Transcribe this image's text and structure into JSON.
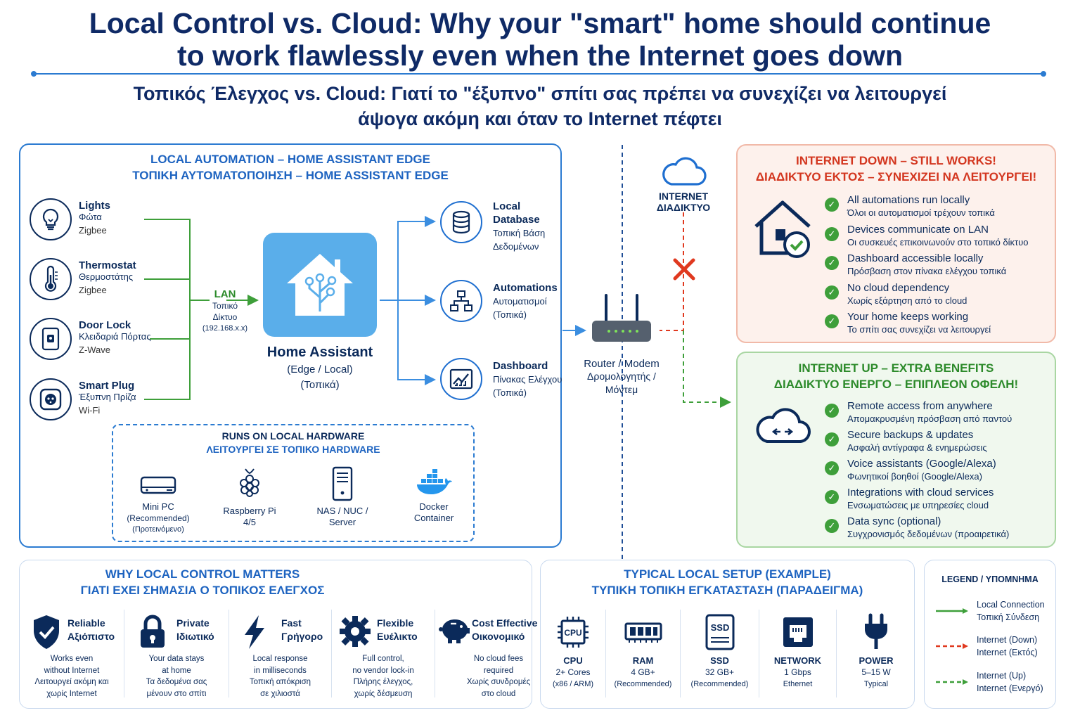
{
  "header": {
    "title_en_1": "Local Control vs. Cloud:  Why your \"smart\" home should continue",
    "title_en_2": "to work flawlessly even when the Internet goes down",
    "title_gr_1": "Τοπικός Έλεγχος vs. Cloud: Γιατί το \"έξυπνο\" σπίτι σας πρέπει να συνεχίζει να λειτουργεί",
    "title_gr_2": "άψογα ακόμη και όταν το Internet πέφτει"
  },
  "local": {
    "title_en": "LOCAL AUTOMATION – HOME ASSISTANT EDGE",
    "title_gr": "ΤΟΠΙΚΗ ΑΥΤΟΜΑΤΟΠΟΙΗΣΗ – HOME ASSISTANT EDGE",
    "devices": [
      {
        "en": "Lights",
        "gr": "Φώτα",
        "proto": "Zigbee",
        "icon": "lightbulb-icon"
      },
      {
        "en": "Thermostat",
        "gr": "Θερμοστάτης",
        "proto": "Zigbee",
        "icon": "thermometer-icon"
      },
      {
        "en": "Door Lock",
        "gr": "Κλειδαριά Πόρτας",
        "proto": "Z-Wave",
        "icon": "door-lock-icon"
      },
      {
        "en": "Smart Plug",
        "gr": "Έξυπνη Πρίζα",
        "proto": "Wi-Fi",
        "icon": "smart-plug-icon"
      }
    ],
    "lan": {
      "en": "LAN",
      "gr1": "Τοπικό",
      "gr2": "Δίκτυο",
      "ip": "(192.168.x.x)"
    },
    "hub": {
      "name": "Home Assistant",
      "sub_en": "(Edge / Local)",
      "sub_gr": "(Τοπικά)"
    },
    "outputs": [
      {
        "l1": "Local",
        "l2": "Database",
        "l3": "Τοπική Βάση",
        "l4": "Δεδομένων",
        "icon": "database-icon"
      },
      {
        "l1": "Automations",
        "l2": "",
        "l3": "Αυτοματισμοί",
        "l4": "(Τοπικά)",
        "icon": "automation-flow-icon"
      },
      {
        "l1": "Dashboard",
        "l2": "",
        "l3": "Πίνακας Ελέγχου",
        "l4": "(Τοπικά)",
        "icon": "dashboard-chart-icon"
      }
    ],
    "hardware": {
      "title_en": "RUNS ON LOCAL HARDWARE",
      "title_gr": "ΛΕΙΤΟΥΡΓΕΙ ΣΕ ΤΟΠΙΚΟ HARDWARE",
      "items": [
        {
          "l1": "Mini PC",
          "l2": "(Recommended)",
          "l3": "(Προτεινόμενο)",
          "icon": "mini-pc-icon"
        },
        {
          "l1": "Raspberry Pi",
          "l2": "4/5",
          "l3": "",
          "icon": "raspberry-pi-icon"
        },
        {
          "l1": "NAS / NUC /",
          "l2": "Server",
          "l3": "",
          "icon": "server-icon"
        },
        {
          "l1": "Docker",
          "l2": "Container",
          "l3": "",
          "icon": "docker-icon"
        }
      ]
    }
  },
  "internet": {
    "en": "INTERNET",
    "gr": "ΔΙΑΔΙΚΤΥΟ"
  },
  "router": {
    "en": "Router / Modem",
    "gr1": "Δρομολογητής /",
    "gr2": "Μόντεμ"
  },
  "down": {
    "title_en": "INTERNET DOWN – STILL WORKS!",
    "title_gr": "ΔΙΑΔΙΚΤΥΟ ΕΚΤΟΣ – ΣΥΝΕΧΙΖΕΙ ΝΑ ΛΕΙΤΟΥΡΓΕΙ!",
    "items": [
      {
        "en": "All automations run locally",
        "gr": "Όλοι οι αυτοματισμοί τρέχουν τοπικά"
      },
      {
        "en": "Devices communicate on LAN",
        "gr": "Οι συσκευές επικοινωνούν στο τοπικό δίκτυο"
      },
      {
        "en": "Dashboard accessible locally",
        "gr": "Πρόσβαση στον πίνακα ελέγχου τοπικά"
      },
      {
        "en": "No cloud dependency",
        "gr": "Χωρίς εξάρτηση από το cloud"
      },
      {
        "en": "Your home keeps working",
        "gr": "Το σπίτι σας συνεχίζει να λειτουργεί"
      }
    ]
  },
  "up": {
    "title_en": "INTERNET UP – EXTRA BENEFITS",
    "title_gr": "ΔΙΑΔΙΚΤΥΟ ΕΝΕΡΓΟ – ΕΠΙΠΛΕΟΝ ΟΦΕΛΗ!",
    "items": [
      {
        "en": "Remote access from anywhere",
        "gr": "Απομακρυσμένη πρόσβαση από παντού"
      },
      {
        "en": "Secure backups & updates",
        "gr": "Ασφαλή αντίγραφα & ενημερώσεις"
      },
      {
        "en": "Voice assistants (Google/Alexa)",
        "gr": "Φωνητικοί βοηθοί (Google/Alexa)"
      },
      {
        "en": "Integrations with cloud services",
        "gr": "Ενσωματώσεις με υπηρεσίες cloud"
      },
      {
        "en": "Data sync (optional)",
        "gr": "Συγχρονισμός δεδομένων (προαιρετικά)"
      }
    ]
  },
  "why": {
    "title_en": "WHY LOCAL CONTROL MATTERS",
    "title_gr": "ΓΙΑΤΙ ΕΧΕΙ ΣΗΜΑΣΙΑ Ο ΤΟΠΙΚΟΣ ΕΛΕΓΧΟΣ",
    "items": [
      {
        "h1": "Reliable",
        "h2": "Αξιόπιστο",
        "d1": "Works even",
        "d2": "without Internet",
        "d3": "Λειτουργεί ακόμη και",
        "d4": "χωρίς Internet",
        "icon": "shield-check-icon"
      },
      {
        "h1": "Private",
        "h2": "Ιδιωτικό",
        "d1": "Your data stays",
        "d2": "at home",
        "d3": "Τα δεδομένα σας",
        "d4": "μένουν στο σπίτι",
        "icon": "padlock-icon"
      },
      {
        "h1": "Fast",
        "h2": "Γρήγορο",
        "d1": "Local response",
        "d2": "in milliseconds",
        "d3": "Τοπική απόκριση",
        "d4": "σε χιλιοστά",
        "icon": "lightning-icon"
      },
      {
        "h1": "Flexible",
        "h2": "Ευέλικτο",
        "d1": "Full control,",
        "d2": "no vendor lock-in",
        "d3": "Πλήρης έλεγχος,",
        "d4": "χωρίς δέσμευση",
        "icon": "gear-icon"
      },
      {
        "h1": "Cost Effective",
        "h2": "Οικονομικό",
        "d1": "No cloud fees",
        "d2": "required",
        "d3": "Χωρίς συνδρομές",
        "d4": "στο cloud",
        "icon": "piggy-bank-icon"
      }
    ]
  },
  "setup": {
    "title_en": "TYPICAL LOCAL SETUP (EXAMPLE)",
    "title_gr": "ΤΥΠΙΚΗ ΤΟΠΙΚΗ ΕΓΚΑΤΑΣΤΑΣΗ (ΠΑΡΑΔΕΙΓΜΑ)",
    "items": [
      {
        "name": "CPU",
        "v1": "2+ Cores",
        "v2": "(x86 / ARM)",
        "icon": "cpu-icon",
        "glyph": "CPU"
      },
      {
        "name": "RAM",
        "v1": "4 GB+",
        "v2": "(Recommended)",
        "icon": "ram-icon",
        "glyph": ""
      },
      {
        "name": "SSD",
        "v1": "32 GB+",
        "v2": "(Recommended)",
        "icon": "ssd-icon",
        "glyph": "SSD"
      },
      {
        "name": "NETWORK",
        "v1": "1 Gbps",
        "v2": "Ethernet",
        "icon": "ethernet-icon",
        "glyph": ""
      },
      {
        "name": "POWER",
        "v1": "5–15 W",
        "v2": "Typical",
        "icon": "power-plug-icon",
        "glyph": ""
      }
    ]
  },
  "legend": {
    "title": "LEGEND / ΥΠΟΜΝΗΜΑ",
    "items": [
      {
        "en": "Local Connection",
        "gr": "Τοπική Σύνδεση",
        "color": "#3e9f3a",
        "style": "solid"
      },
      {
        "en": "Internet (Down)",
        "gr": "Internet (Εκτός)",
        "color": "#e0391f",
        "style": "dashed"
      },
      {
        "en": "Internet (Up)",
        "gr": "Internet (Ενεργό)",
        "color": "#3e9f3a",
        "style": "dashed"
      }
    ]
  },
  "colors": {
    "blue": "#1f6fd0",
    "navy": "#0b2a5a",
    "green": "#3e9f3a",
    "red": "#e0391f",
    "hub": "#5aaeea"
  }
}
